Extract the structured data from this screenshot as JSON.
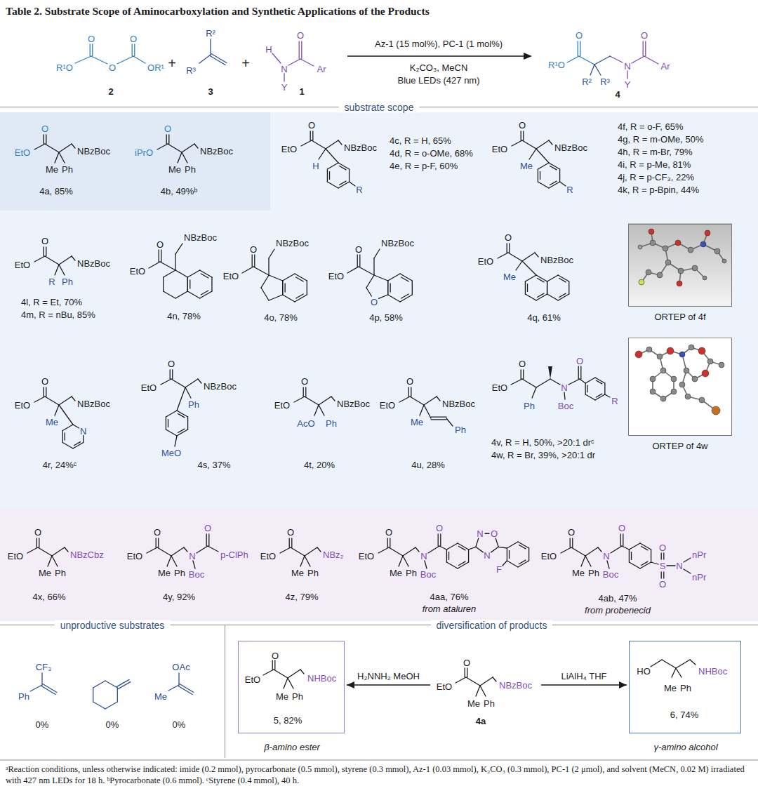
{
  "diagram": {
    "title": "Table 2. Substrate Scope of Aminocarboxylation and Synthetic Applications of the Products",
    "caption": "ᵃReaction conditions, unless otherwise indicated: imide (0.2 mmol), pyrocarbonate (0.5 mmol), styrene (0.3 mmol), Az-1 (0.03 mmol), K₂CO₃ (0.3 mmol), PC-1 (2 μmol), and solvent (MeCN, 0.02 M) irradiated with 427 nm LEDs for 18 h. ᵇPyrocarbonate (0.6 mmol). ᶜStyrene (0.4 mmol), 40 h.",
    "nodes": [
      {
        "text": [
          "substrate scope"
        ]
      },
      {
        "text": [
          "ORTEP of 4f"
        ],
        "in": 0
      },
      {
        "text": [
          "ORTEP of 4w"
        ],
        "in": 0
      },
      {
        "text": [
          "unproductive substrates"
        ]
      },
      {
        "text": [
          "diversification of products"
        ]
      },
      {
        "text": [
          "O",
          "EtO",
          "NHBoc",
          "Me",
          "Ph",
          "5, 82%",
          "β-amino ester"
        ],
        "in": 4
      },
      {
        "text": [
          "O",
          "EtO",
          "NBzBoc",
          "Me",
          "Ph",
          "4a"
        ],
        "in": 4
      },
      {
        "text": [
          "HO",
          "NHBoc",
          "Me",
          "Ph",
          "6, 74%",
          "γ-amino alcohol"
        ],
        "in": 4
      }
    ],
    "edges": [
      {
        "from": 6,
        "to": 5,
        "arrow": "to",
        "label": "H₂NNH₂ MeOH"
      },
      {
        "from": 6,
        "to": 7,
        "arrow": "to",
        "label": "LiAlH₄ THF"
      }
    ],
    "labels": [
      "R¹O",
      "O",
      "O",
      "O",
      "OR¹",
      "2",
      "+",
      "R²",
      "R³",
      "3",
      "+",
      "H",
      "O",
      "N",
      "Ar",
      "Y",
      "1",
      "Az-1 (15 mol%), PC-1 (1 mol%)",
      "K₂CO₃, MeCN",
      "Blue LEDs (427 nm)",
      "O",
      "R¹O",
      "R²",
      "R³",
      "N",
      "O",
      "Ar",
      "Y",
      "4",
      "O",
      "EtO",
      "NBzBoc",
      "Me",
      "Ph",
      "4a, 85%",
      "O",
      "iPrO",
      "NBzBoc",
      "Me",
      "Ph",
      "4b, 49%ᵇ",
      "O",
      "EtO",
      "NBzBoc",
      "H",
      "R",
      "4c, R = H, 65%",
      "4d, R = o-OMe, 68%",
      "4e, R = p-F, 60%",
      "O",
      "EtO",
      "NBzBoc",
      "Me",
      "R",
      "4f, R = o-F, 65%",
      "4g, R = m-OMe, 50%",
      "4h, R = m-Br, 79%",
      "4i, R = p-Me, 81%",
      "4j, R = p-CF₃, 22%",
      "4k, R = p-Bpin, 44%",
      "O",
      "EtO",
      "NBzBoc",
      "R",
      "Ph",
      "4l, R = Et, 70%",
      "4m, R = nBu, 85%",
      "O",
      "EtO",
      "NBzBoc",
      "4n, 78%",
      "O",
      "EtO",
      "NBzBoc",
      "4o, 78%",
      "O",
      "EtO",
      "NBzBoc",
      "O",
      "4p, 58%",
      "O",
      "EtO",
      "NBzBoc",
      "Me",
      "4q, 61%",
      "O",
      "EtO",
      "NBzBoc",
      "Me",
      "N",
      "4r, 24%ᶜ",
      "O",
      "EtO",
      "NBzBoc",
      "Ph",
      "MeO",
      "4s, 37%",
      "O",
      "EtO",
      "NBzBoc",
      "AcO",
      "Ph",
      "4t, 20%",
      "O",
      "EtO",
      "NBzBoc",
      "Me",
      "Ph",
      "4u, 28%",
      "O",
      "EtO",
      "Ph",
      "N",
      "O",
      "Boc",
      "R",
      "4v, R = H, 50%, >20:1 drᶜ",
      "4w, R = Br, 39%, >20:1 dr",
      "O",
      "EtO",
      "NBzCbz",
      "Me",
      "Ph",
      "4x, 66%",
      "O",
      "EtO",
      "N",
      "O",
      "p-ClPh",
      "Boc",
      "Me",
      "Ph",
      "4y, 92%",
      "O",
      "EtO",
      "NBz₂",
      "Me",
      "Ph",
      "4z, 79%",
      "O",
      "EtO",
      "N",
      "O",
      "Boc",
      "Me",
      "Ph",
      "N",
      "O",
      "N",
      "F",
      "4aa, 76%",
      "from ataluren",
      "O",
      "EtO",
      "N",
      "O",
      "Boc",
      "Me",
      "Ph",
      "S",
      "O",
      "O",
      "N",
      "nPr",
      "nPr",
      "4ab, 47%",
      "from probenecid",
      "CF₃",
      "Ph",
      "0%",
      "0%",
      "OAc",
      "Me",
      "0%"
    ]
  }
}
